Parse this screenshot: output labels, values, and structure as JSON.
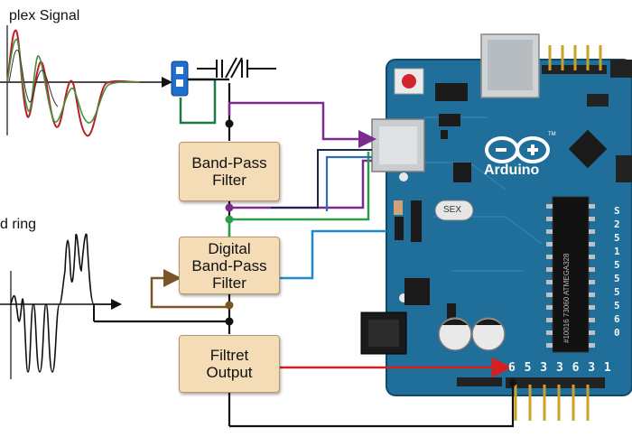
{
  "signal_top": {
    "title": "plex Signal"
  },
  "signal_bottom": {
    "title": "d ring"
  },
  "blocks": {
    "band_pass": {
      "line1": "Band-Pass",
      "line2": "Filter"
    },
    "digital_band_pass": {
      "line1": "Digital",
      "line2": "Band-Pass",
      "line3": "Filter"
    },
    "filtret_output": {
      "line1": "Filtret",
      "line2": "Output"
    }
  },
  "arduino": {
    "logo_text": "Arduino",
    "logo_tm": "TM",
    "crystal_label": "SEX",
    "chip_text": "#10016 73060 ATMEGA328",
    "bottom_pins": "6 5 3 3 6 3 1",
    "right_pins": "S 2 5 1 5 5 5 5 6 0"
  },
  "colors": {
    "board": "#1f6f9a",
    "block_fill": "#f3dcb6",
    "wire_purple": "#7b2a8e",
    "wire_green": "#2e9d47",
    "wire_dark_green": "#1e7a45",
    "wire_blue": "#2f6db0",
    "wire_brown": "#7a5526",
    "wire_red": "#d81f1f",
    "signal_red": "#b8202a",
    "signal_green": "#4a8f3c"
  }
}
